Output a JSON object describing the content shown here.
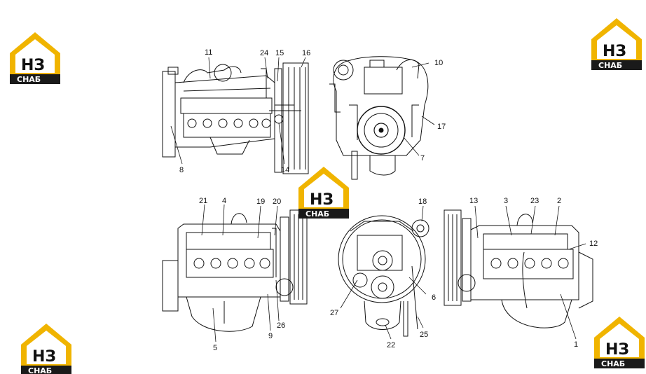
{
  "logo": {
    "mark": "НЗ",
    "caption": "СНАБ",
    "color_gold": "#f0b400",
    "color_dark": "#1a1a1a"
  },
  "callouts": {
    "c1": "1",
    "c2": "2",
    "c3": "3",
    "c4": "4",
    "c5": "5",
    "c6": "6",
    "c7": "7",
    "c8": "8",
    "c9": "9",
    "c10": "10",
    "c11": "11",
    "c12": "12",
    "c13": "13",
    "c14": "14",
    "c15": "15",
    "c16": "16",
    "c17": "17",
    "c18": "18",
    "c19": "19",
    "c20": "20",
    "c21": "21",
    "c22": "22",
    "c23": "23",
    "c24": "24",
    "c25": "25",
    "c26": "26",
    "c27": "27"
  }
}
